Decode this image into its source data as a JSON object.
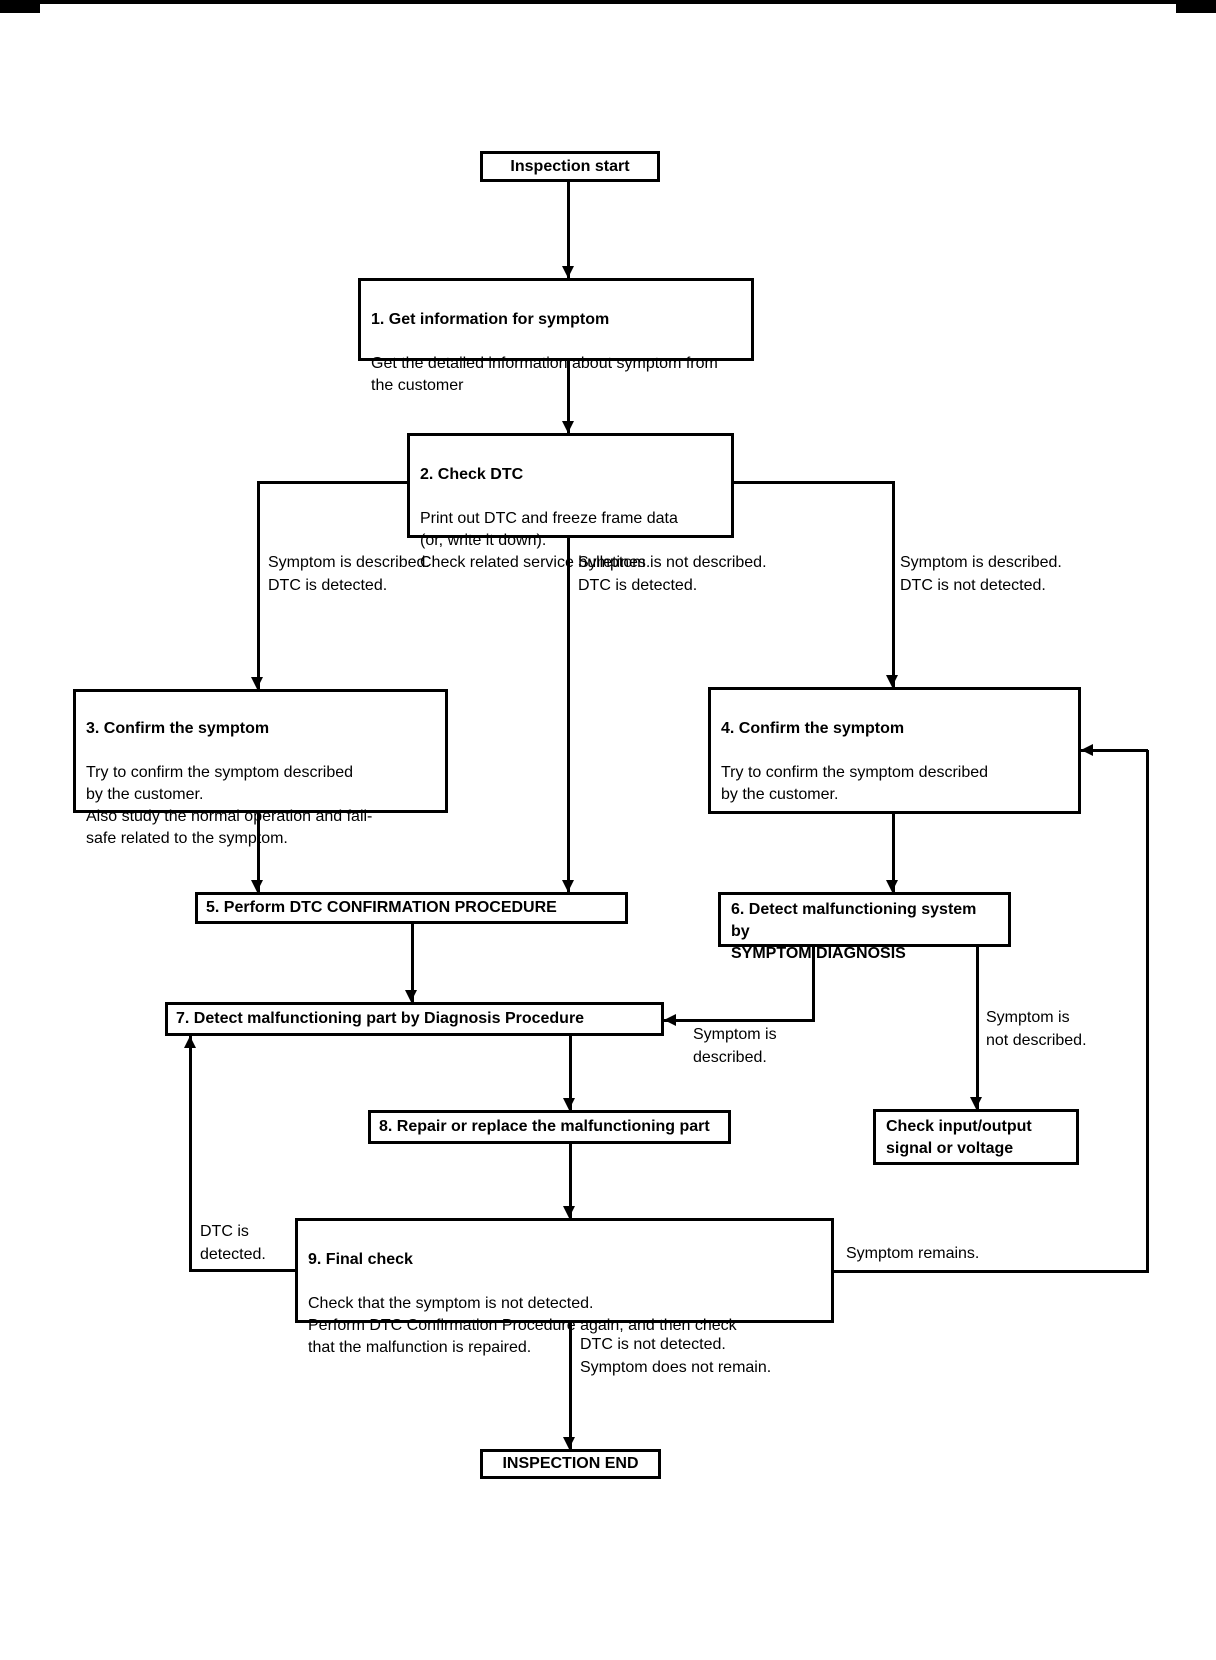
{
  "colors": {
    "line": "#000000",
    "background": "#ffffff",
    "text": "#000000"
  },
  "nodes": {
    "start": {
      "label": "Inspection start"
    },
    "step1": {
      "title": "1. Get information for symptom",
      "body": "Get the detailed information about symptom from\nthe customer"
    },
    "step2": {
      "title": "2. Check DTC",
      "body": "Print out DTC and freeze frame data\n(or, write it down).\nCheck related service bulletines."
    },
    "step3": {
      "title": "3. Confirm the symptom",
      "body": "Try to confirm the symptom described\nby the customer.\nAlso study the normal operation and fail-\nsafe related to the symptom."
    },
    "step4": {
      "title": "4. Confirm the symptom",
      "body": "Try to confirm the symptom described\nby the customer."
    },
    "step5": {
      "label": "5. Perform DTC CONFIRMATION PROCEDURE"
    },
    "step6": {
      "label": "6. Detect malfunctioning system by\nSYMPTOM DIAGNOSIS"
    },
    "step7": {
      "label": "7. Detect malfunctioning part by Diagnosis Procedure"
    },
    "step8": {
      "label": "8. Repair or replace the malfunctioning part"
    },
    "check_io": {
      "label": "Check input/output\nsignal or voltage"
    },
    "step9": {
      "title": "9. Final check",
      "body": "Check that the symptom is not detected.\nPerform DTC Confirmation Procedure again, and then check\nthat the malfunction is repaired."
    },
    "end": {
      "label": "INSPECTION END"
    }
  },
  "edge_labels": {
    "left_branch": "Symptom is described.\nDTC is detected.",
    "middle_branch": "Symptom is not described.\nDTC is detected.",
    "right_branch": "Symptom is described.\nDTC is not detected.",
    "symptom_described": "Symptom is\ndescribed.",
    "symptom_not_described": "Symptom is\nnot described.",
    "dtc_detected": "DTC is\ndetected.",
    "symptom_remains": "Symptom remains.",
    "final_ok": "DTC is not detected.\nSymptom does not remain."
  }
}
